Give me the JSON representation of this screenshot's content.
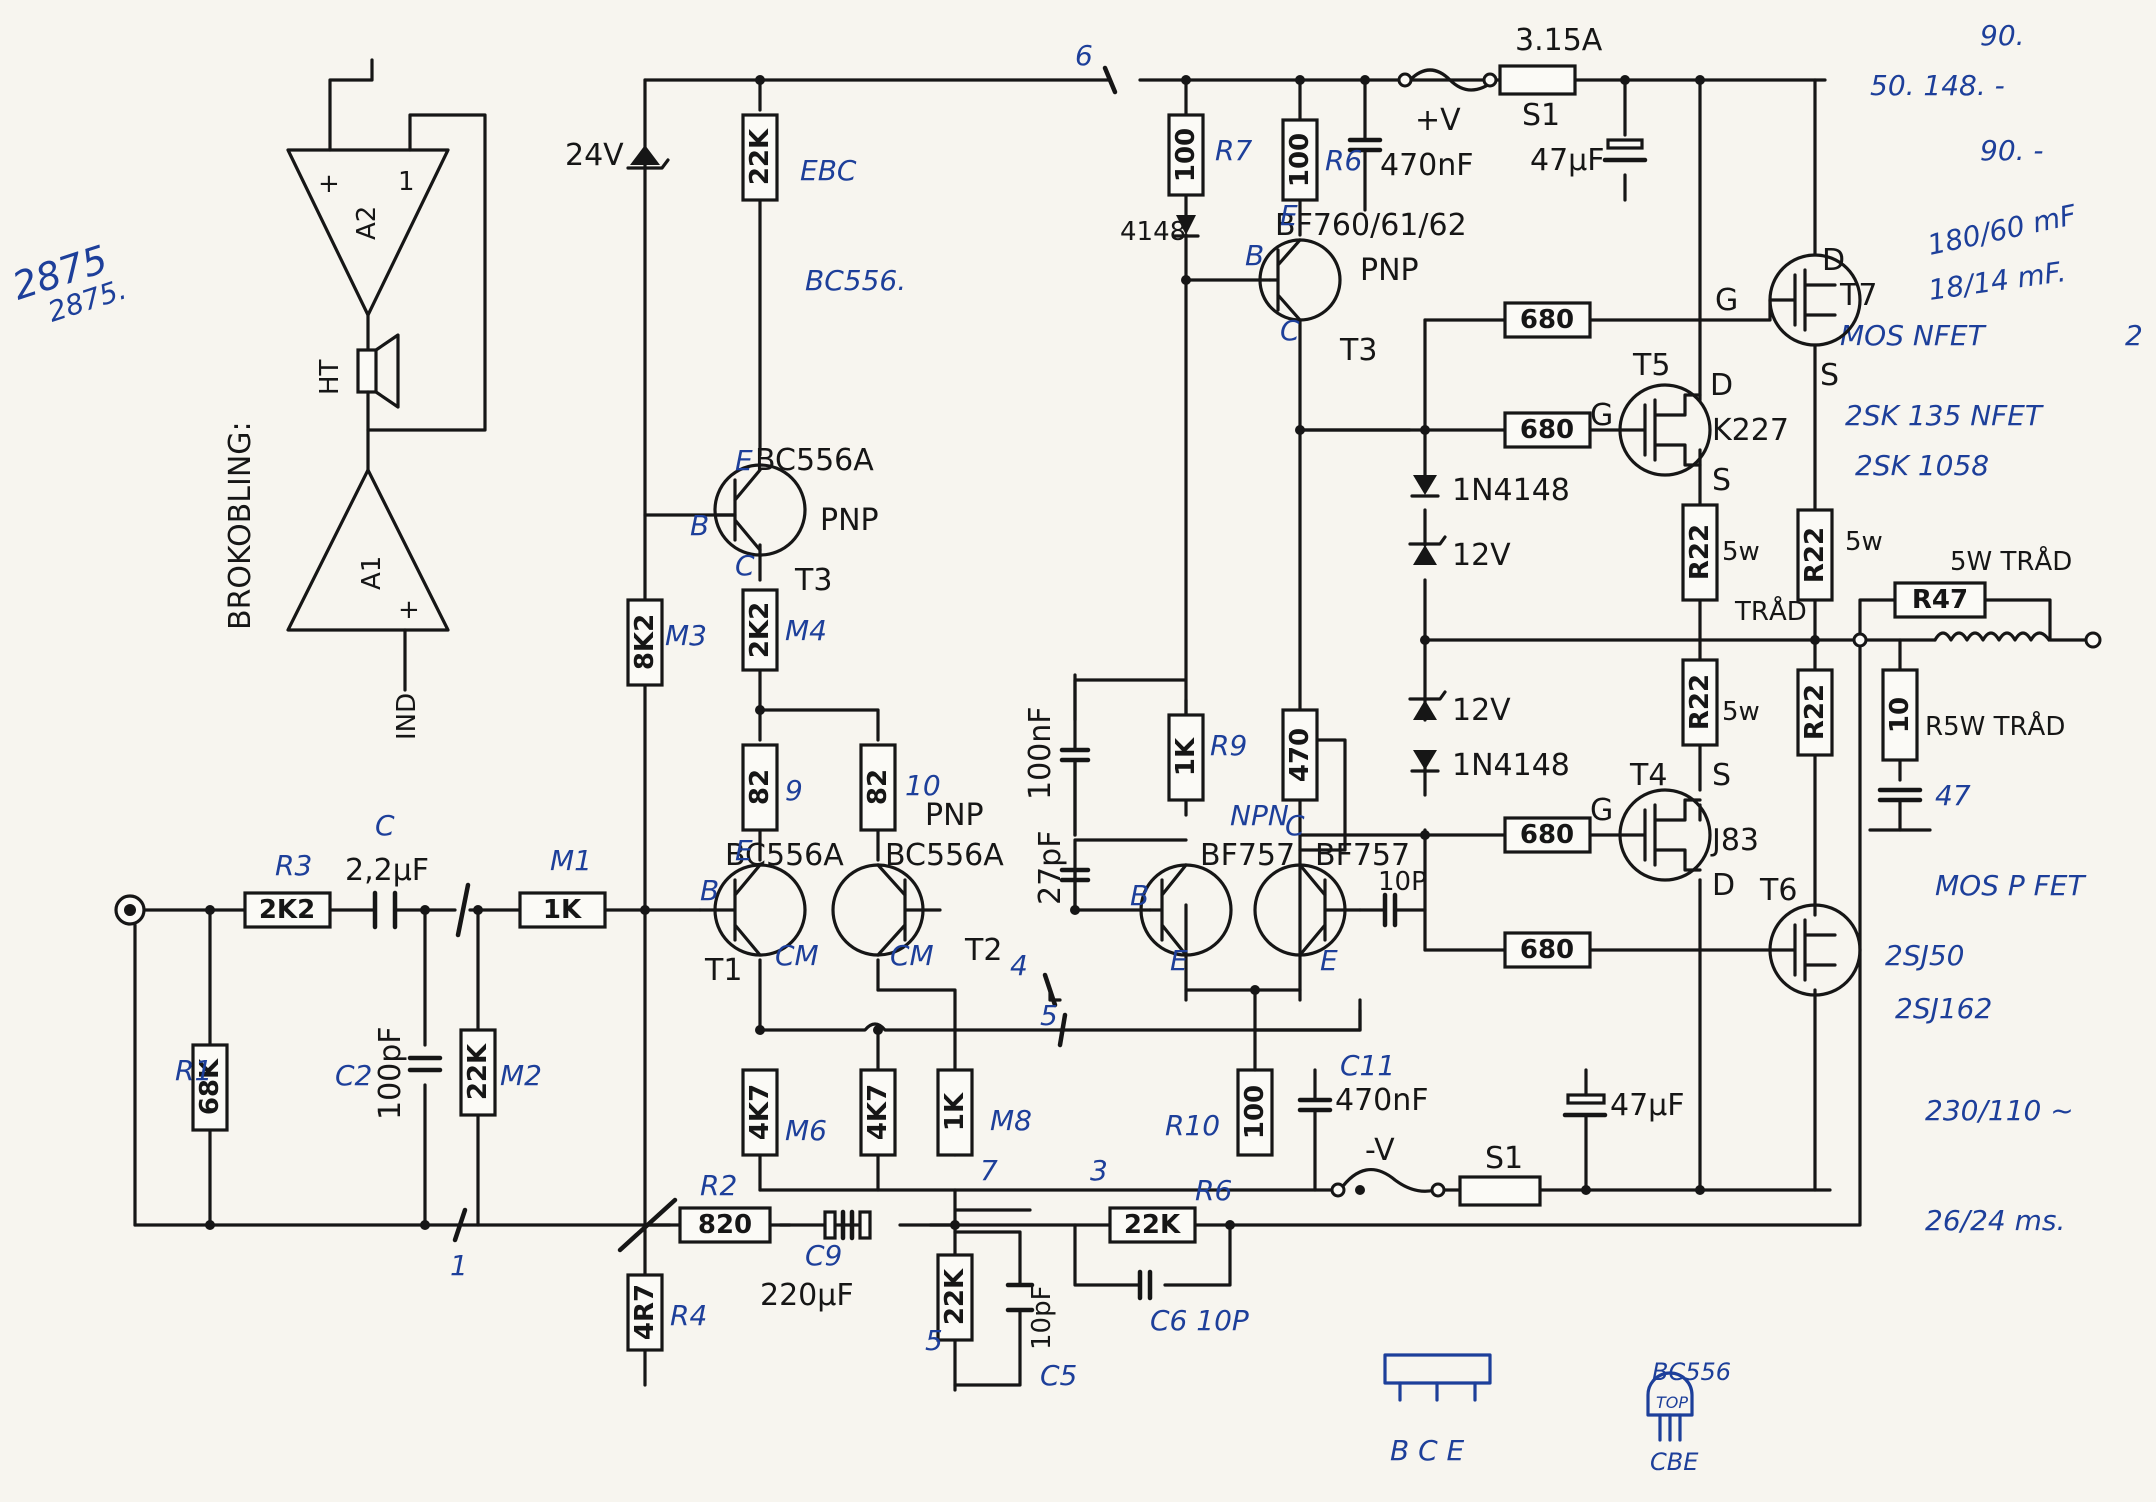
{
  "title": "",
  "bridge": {
    "heading": "BROKOBLING:",
    "amp_top": "A2",
    "amp_bottom": "A1",
    "speaker": "HT",
    "input": "IND",
    "plus": "+",
    "one": "1"
  },
  "side_notes_left": [
    "2875",
    "2875."
  ],
  "side_notes_right": [
    "90.",
    "50. 148. -",
    "90. -",
    "180/60 mF",
    "18/14 mF.",
    "MOS NFET",
    "2SK 135 NFET",
    "2SK 1058",
    "MOS P FET",
    "2SJ50",
    "2SJ162",
    "230/110 ~",
    "26/24 ms.",
    "2"
  ],
  "rails": {
    "pos": "+V",
    "neg": "-V",
    "fuse": "3.15A",
    "switch_top": "S1",
    "switch_bottom": "S1"
  },
  "resistors": {
    "r3": "2K2",
    "m1": "1K",
    "r1": "68K",
    "m2": "22K",
    "m3": "8K2",
    "m4": "2K2",
    "m5": "22K",
    "r7": "100",
    "r6": "100",
    "m9": "82",
    "m10": "82",
    "r9": "1K",
    "pot": "470",
    "m6": "4K7",
    "m7": "4K7",
    "m8": "1K",
    "r10": "100",
    "r2": "820",
    "r4": "4R7",
    "r5": "22K",
    "rc6": "22K",
    "g1": "680",
    "g2": "680",
    "g3": "680",
    "g4": "680",
    "s1": "R22",
    "s2": "R22",
    "s3": "R22",
    "s4": "R22",
    "out": "R47",
    "zob": "10"
  },
  "capacitors": {
    "c_in": "2,2µF",
    "c2": "100pF",
    "c_top": "470nF",
    "c_elko": "47µF",
    "c100n": "100nF",
    "c27": "27pF",
    "c10p": "10P",
    "c11": "470nF",
    "c_neg": "47µF",
    "c_fb": "220µF",
    "c5": "10pF",
    "c6": "C6 10P",
    "zob_c": "47"
  },
  "semis": {
    "z24": "24V",
    "d4148": "4148",
    "d1": "1N4148",
    "d2": "1N4148",
    "z1": "12V",
    "z2": "12V",
    "q_t3a": "BC556A",
    "q_t3a_pol": "PNP",
    "q_t3a_name": "T3",
    "q_t3b": "BF760/61/62",
    "q_t3b_pol": "PNP",
    "q_t3b_name": "T3",
    "q_t1a": "BC556A",
    "q_t1b": "BC556A",
    "q_t1b_pol": "PNP",
    "q_t1_name": "T1",
    "q_t2_name": "T2",
    "q_bf1": "BF757",
    "q_bf2": "BF757",
    "q_bf_pol": "NPN",
    "t5": "T5",
    "t5_type": "K227",
    "t7": "T7",
    "t4": "T4",
    "t4_type": "J83",
    "t6": "T6"
  },
  "labels": {
    "b": "B",
    "c": "C",
    "e": "E",
    "g": "G",
    "d": "D",
    "s": "S",
    "m": "M",
    "cm": "CM",
    "bc556": "BC556.",
    "ebc": "EBC",
    "tr_top": "TRÅD",
    "tr_mid": "TRÅD",
    "five_w": "5w",
    "five_w_trad": "5W TRÅD",
    "r5w_trad": "R5W TRÅD",
    "r1": "R1",
    "c2": "C2",
    "r2": "R2",
    "r3": "R3",
    "r4": "R4",
    "r9": "R9",
    "r10": "R10",
    "r6": "R6",
    "r7": "R7",
    "m1": "M1",
    "m2": "M2",
    "m3": "M3",
    "m4": "M4",
    "m6": "M6",
    "m8": "M8",
    "c_lbl": "C",
    "c11": "C11",
    "rc6": "R6",
    "c5": "C5",
    "c9": "C9",
    "n1": "1",
    "n2": "2",
    "n3": "3",
    "n4": "4",
    "n5": "5",
    "n6": "6",
    "n7": "7",
    "n9": "9",
    "n10": "10",
    "n5b": "5",
    "pinout_bce": "B C E",
    "pinout_top": "TOP",
    "pinout_cbe": "CBE",
    "pinout_bc556": "BC556"
  }
}
